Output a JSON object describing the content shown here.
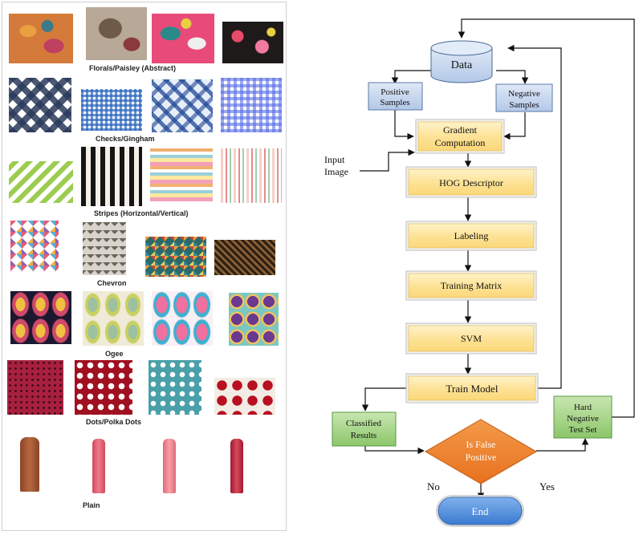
{
  "left_panel": {
    "categories": [
      {
        "label": "Florals/Paisley (Abstract)"
      },
      {
        "label": "Checks/Gingham"
      },
      {
        "label": "Stripes (Horizontal/Vertical)"
      },
      {
        "label": "Chevron"
      },
      {
        "label": "Ogee"
      },
      {
        "label": "Dots/Polka Dots"
      },
      {
        "label": "Plain"
      }
    ]
  },
  "flowchart": {
    "data": "Data",
    "positive_samples": [
      "Positive",
      "Samples"
    ],
    "negative_samples": [
      "Negative",
      "Samples"
    ],
    "input_image": [
      "Input",
      "Image"
    ],
    "gradient": [
      "Gradient",
      "Computation"
    ],
    "hog": "HOG Descriptor",
    "labeling": "Labeling",
    "training_matrix": "Training Matrix",
    "svm": "SVM",
    "train_model": "Train Model",
    "classified": [
      "Classified",
      "Results"
    ],
    "is_false_positive": [
      "Is False",
      "Positive"
    ],
    "hard_negative": [
      "Hard",
      "Negative",
      "Test Set"
    ],
    "no": "No",
    "yes": "Yes",
    "end": "End"
  }
}
